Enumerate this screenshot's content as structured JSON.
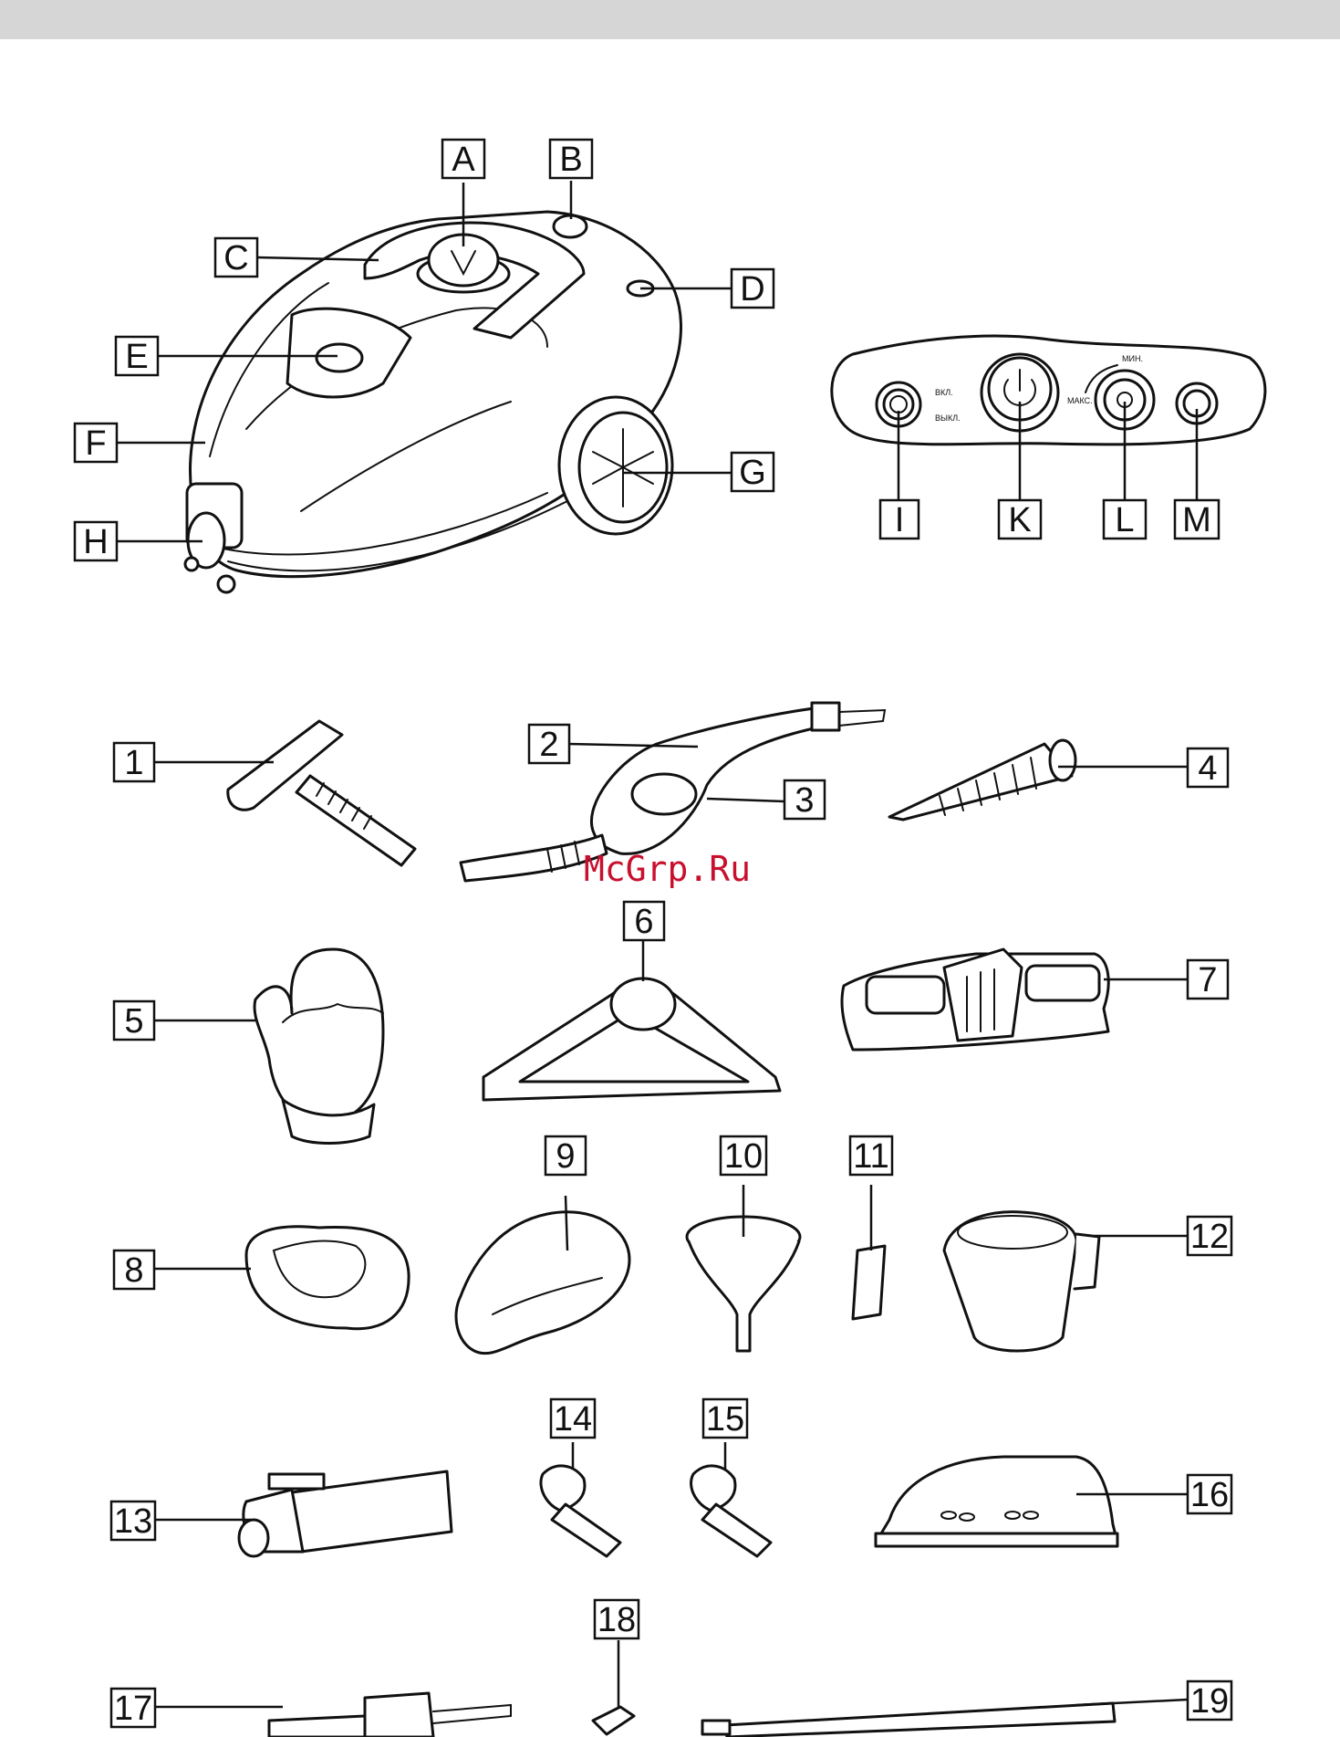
{
  "watermark": "McGrp.Ru",
  "control_panel_text": {
    "on": "ВКЛ.",
    "off": "ВЫКЛ.",
    "min": "МИН.",
    "max": "МАКС."
  },
  "main_unit_labels": [
    "A",
    "B",
    "C",
    "D",
    "E",
    "F",
    "G",
    "H"
  ],
  "panel_labels": [
    "I",
    "K",
    "L",
    "M"
  ],
  "accessory_labels": [
    "1",
    "2",
    "3",
    "4",
    "5",
    "6",
    "7",
    "8",
    "9",
    "10",
    "11",
    "12",
    "13",
    "14",
    "15",
    "16",
    "17",
    "18",
    "19"
  ]
}
